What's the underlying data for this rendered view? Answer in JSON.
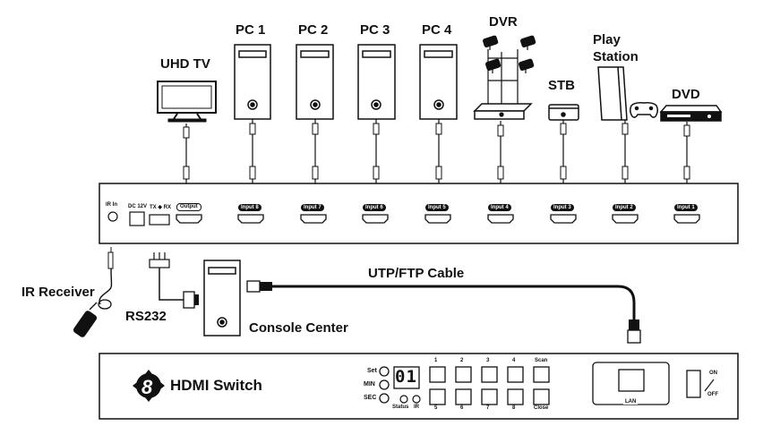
{
  "devices": {
    "uhd_tv": "UHD TV",
    "pc1": "PC 1",
    "pc2": "PC 2",
    "pc3": "PC 3",
    "pc4": "PC 4",
    "dvr": "DVR",
    "stb": "STB",
    "play_station_line1": "Play",
    "play_station_line2": "Station",
    "dvd": "DVD"
  },
  "rear_panel": {
    "ir_in": "IR In",
    "dc": "DC 12V",
    "txrx": "TX ◆ RX",
    "output": "Output",
    "inputs": [
      "Input 8",
      "Input 7",
      "Input 6",
      "Input 5",
      "Input 4",
      "Input 3",
      "Input 2",
      "Input 1"
    ]
  },
  "connections": {
    "ir_receiver": "IR Receiver",
    "rs232": "RS232",
    "console_center": "Console Center",
    "utp_cable": "UTP/FTP Cable"
  },
  "front_panel": {
    "logo_number": "8",
    "title": "HDMI Switch",
    "set": "Set",
    "min": "MIN",
    "sec": "SEC",
    "display": "01",
    "status": "Status",
    "ir": "IR",
    "top_buttons": [
      "1",
      "2",
      "3",
      "4",
      "Scan"
    ],
    "bottom_buttons": [
      "5",
      "6",
      "7",
      "8",
      "Close"
    ],
    "lan": "LAN",
    "on": "ON",
    "off": "OFF"
  }
}
